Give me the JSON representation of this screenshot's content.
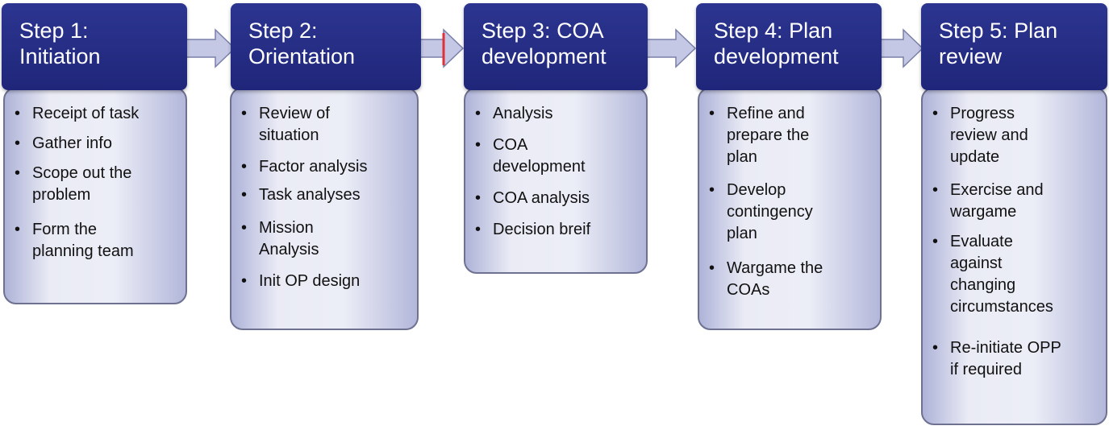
{
  "steps": [
    {
      "title": "Step 1:\nInitiation",
      "items": [
        "Receipt of task",
        "Gather info",
        "Scope out the\nproblem",
        "Form the\nplanning team"
      ]
    },
    {
      "title": "Step 2:\nOrientation",
      "items": [
        "Review of\nsituation",
        "Factor analysis",
        "Task analyses",
        "Mission\nAnalysis",
        "Init OP design"
      ]
    },
    {
      "title": "Step 3: COA\ndevelopment",
      "items": [
        "Analysis",
        "COA\ndevelopment",
        "COA analysis",
        "Decision breif"
      ]
    },
    {
      "title": "Step 4: Plan\ndevelopment",
      "items": [
        "Refine and\nprepare the\nplan",
        "Develop\ncontingency\nplan",
        "Wargame the\nCOAs"
      ]
    },
    {
      "title": "Step 5: Plan\nreview",
      "items": [
        "Progress\nreview and\nupdate",
        "Exercise and\nwargame",
        "Evaluate\nagainst\nchanging\ncircumstances",
        "Re-initiate OPP\nif required"
      ]
    }
  ],
  "colors": {
    "header": "#232a80",
    "body": "#dfe1f0",
    "arrow": "#c4c8e4",
    "marker": "#e0303a"
  }
}
